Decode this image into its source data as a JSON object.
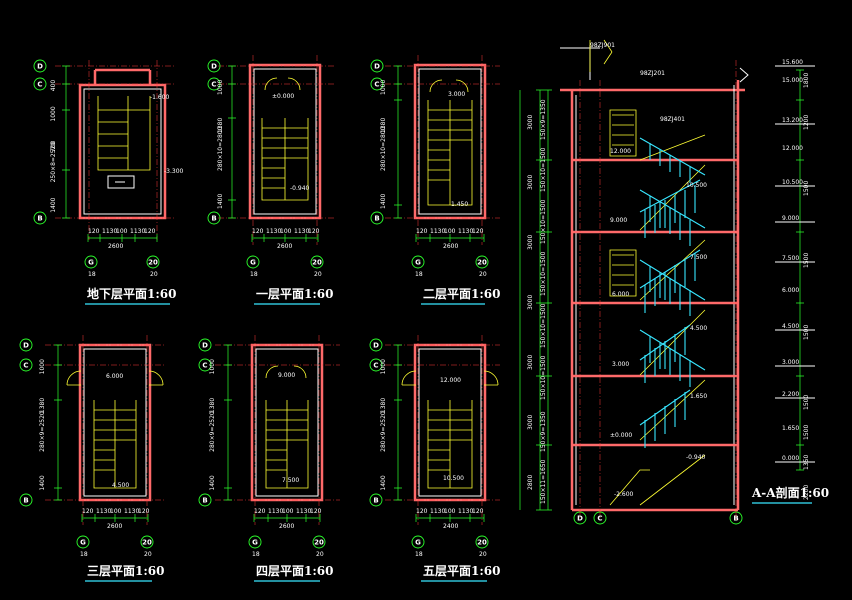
{
  "drawing": {
    "plans": [
      {
        "id": "basement",
        "title": "地下层平面1:60",
        "axis_left": [
          "D",
          "C",
          "B"
        ],
        "axis_bottom": [
          "G",
          "20"
        ],
        "axis_bottom_sub": [
          "18",
          ""
        ],
        "level_labels": [
          "-1.600",
          "-3.300"
        ],
        "dims_left": [
          "400",
          "1000",
          "700",
          "250×8=2520",
          "1400"
        ],
        "dims_bottom": [
          "120",
          "1130",
          "100",
          "1130",
          "120"
        ],
        "dim_total": "2600"
      },
      {
        "id": "floor1",
        "title": "一层平面1:60",
        "axis_left": [
          "D",
          "C",
          "B"
        ],
        "axis_bottom": [
          "G",
          "20"
        ],
        "axis_bottom_sub": [
          "18",
          ""
        ],
        "level_labels": [
          "±0.000",
          "-0.940"
        ],
        "dims_left": [
          "1000",
          "1380",
          "280×10=2800",
          "1400"
        ],
        "dims_bottom": [
          "120",
          "1130",
          "100",
          "1130",
          "120"
        ],
        "dim_total": "2600"
      },
      {
        "id": "floor2",
        "title": "二层平面1:60",
        "axis_left": [
          "D",
          "C",
          "B"
        ],
        "axis_bottom": [
          "G",
          "20"
        ],
        "axis_bottom_sub": [
          "18",
          ""
        ],
        "level_labels": [
          "3.000",
          "1.450"
        ],
        "dims_left": [
          "1000",
          "1380",
          "280×10=2800",
          "1400"
        ],
        "dims_bottom": [
          "120",
          "1130",
          "100",
          "1130",
          "120"
        ],
        "dim_total": "2600"
      },
      {
        "id": "floor3",
        "title": "三层平面1:60",
        "axis_left": [
          "D",
          "C",
          "B"
        ],
        "axis_bottom": [
          "G",
          "20"
        ],
        "axis_bottom_sub": [
          "18",
          ""
        ],
        "level_labels": [
          "6.000",
          "4.500"
        ],
        "dims_left": [
          "1000",
          "1380",
          "280×9=2520",
          "1400"
        ],
        "dims_bottom": [
          "120",
          "1130",
          "100",
          "1130",
          "120"
        ],
        "dim_total": "2600"
      },
      {
        "id": "floor4",
        "title": "四层平面1:60",
        "axis_left": [
          "D",
          "C",
          "B"
        ],
        "axis_bottom": [
          "G",
          "20"
        ],
        "axis_bottom_sub": [
          "18",
          ""
        ],
        "level_labels": [
          "9.000",
          "7.500"
        ],
        "dims_left": [
          "1000",
          "1380",
          "280×9=2520",
          "1400"
        ],
        "dims_bottom": [
          "120",
          "1130",
          "100",
          "1130",
          "120"
        ],
        "dim_total": "2600"
      },
      {
        "id": "floor5",
        "title": "五层平面1:60",
        "axis_left": [
          "D",
          "C",
          "B"
        ],
        "axis_bottom": [
          "G",
          "20"
        ],
        "axis_bottom_sub": [
          "18",
          ""
        ],
        "level_labels": [
          "12.000",
          "10.500"
        ],
        "dims_left": [
          "1000",
          "1380",
          "280×9=2520",
          "1400"
        ],
        "dims_bottom": [
          "120",
          "1130",
          "100",
          "1130",
          "120"
        ],
        "dim_total": "2400"
      }
    ],
    "section": {
      "title": "A-A剖面1:60",
      "axis_bottom": [
        "D",
        "C",
        "B"
      ],
      "ref_labels": [
        "98ZJ901",
        "98ZJ201",
        "98ZJ401"
      ],
      "levels_right": [
        "15.600",
        "15.000",
        "13.200",
        "12.000",
        "10.500",
        "9.000",
        "7.500",
        "6.000",
        "4.500",
        "3.000",
        "2.200",
        "1.650",
        "0.000"
      ],
      "levels_inner": [
        "12.000",
        "10.500",
        "9.000",
        "7.500",
        "6.000",
        "4.500",
        "3.000",
        "1.650",
        "±0.000",
        "-0.940",
        "-2.600"
      ],
      "dims_right": [
        "1800",
        "1200",
        "1500",
        "1500",
        "1500",
        "1500",
        "1500",
        "1350",
        "2200"
      ],
      "dims_left_long": [
        "150×9=1350",
        "150×10=1500",
        "150×10=1500",
        "150×10=1500",
        "150×10=1500",
        "150×10=1500",
        "150×9=1350",
        "150×11=1650"
      ],
      "dims_left": [
        "3000",
        "3000",
        "3000",
        "3000",
        "3000",
        "3000",
        "2800"
      ]
    }
  }
}
